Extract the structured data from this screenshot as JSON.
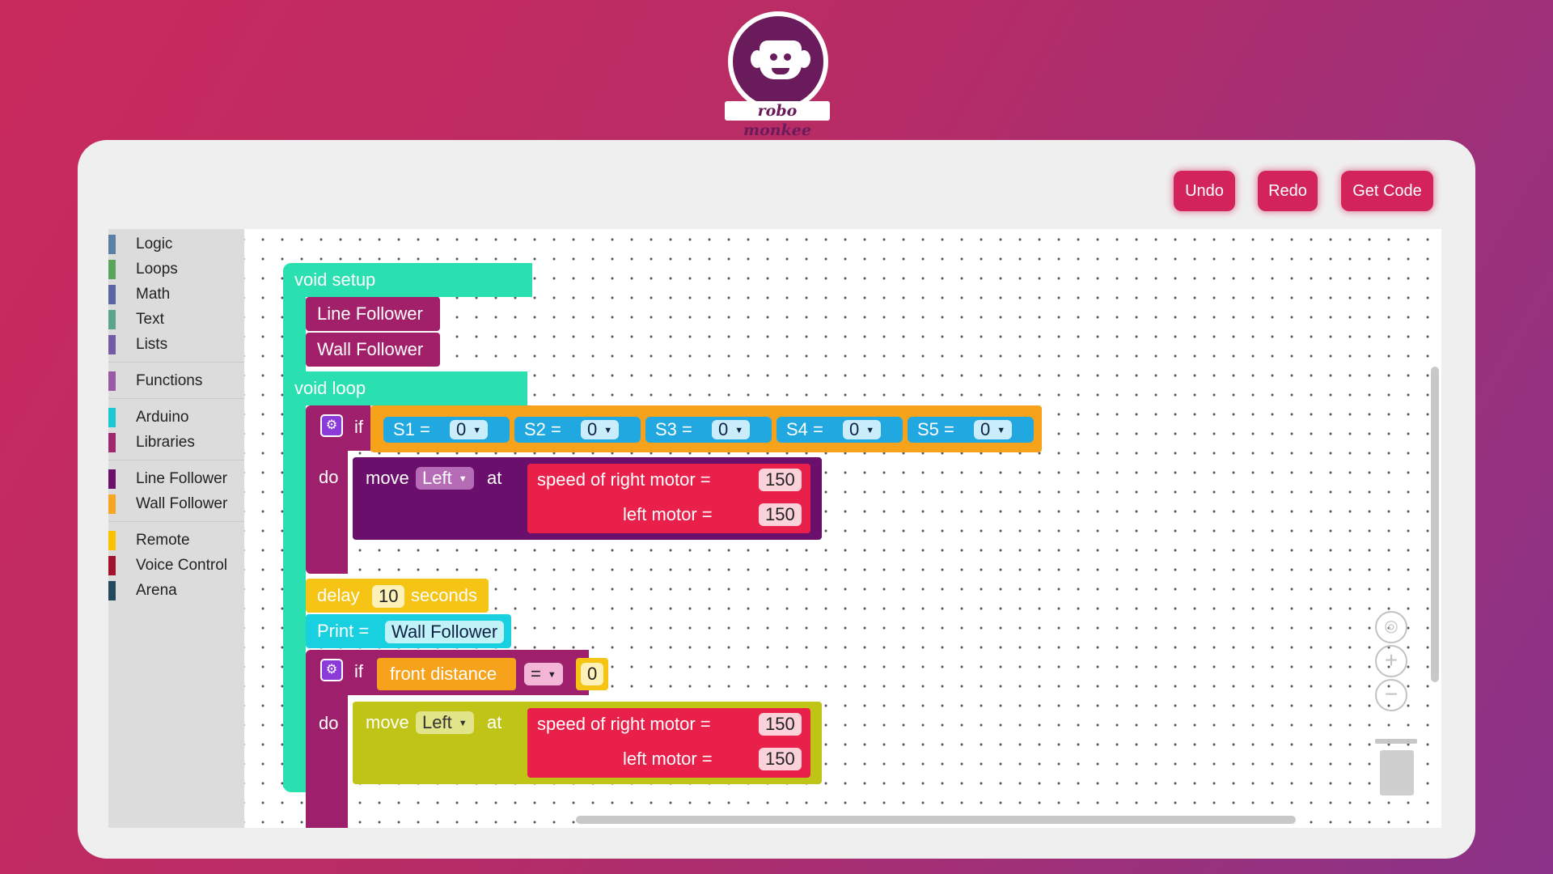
{
  "logo": {
    "text": "robo monkee"
  },
  "toolbar": {
    "undo": "Undo",
    "redo": "Redo",
    "get_code": "Get Code"
  },
  "toolbox": {
    "categories": [
      {
        "label": "Logic",
        "color": "#5b80a5"
      },
      {
        "label": "Loops",
        "color": "#5ba55b"
      },
      {
        "label": "Math",
        "color": "#5b67a5"
      },
      {
        "label": "Text",
        "color": "#5ba58c"
      },
      {
        "label": "Lists",
        "color": "#745ba5"
      },
      {
        "label": "Functions",
        "color": "#995ba5"
      },
      {
        "label": "Arduino",
        "color": "#1bc7d4"
      },
      {
        "label": "Libraries",
        "color": "#a0286e"
      },
      {
        "label": "Line Follower",
        "color": "#6b0f6b"
      },
      {
        "label": "Wall Follower",
        "color": "#f5a623"
      },
      {
        "label": "Remote",
        "color": "#f8c200"
      },
      {
        "label": "Voice Control",
        "color": "#a3122c"
      },
      {
        "label": "Arena",
        "color": "#234a5c"
      }
    ]
  },
  "blocks": {
    "setup_label": "void setup",
    "setup_line_follower": "Line Follower",
    "setup_wall_follower": "Wall Follower",
    "loop_label": "void loop",
    "if_label": "if",
    "do_label": "do",
    "sensors": [
      {
        "label": "S1 =",
        "value": "0"
      },
      {
        "label": "S2 =",
        "value": "0"
      },
      {
        "label": "S3 =",
        "value": "0"
      },
      {
        "label": "S4 =",
        "value": "0"
      },
      {
        "label": "S5 =",
        "value": "0"
      }
    ],
    "move1": {
      "move": "move",
      "dir": "Left",
      "at": "at",
      "right_label": "speed of right motor =",
      "right_val": "150",
      "left_label": "left motor =",
      "left_val": "150"
    },
    "delay": {
      "label": "delay",
      "value": "10",
      "unit": "seconds"
    },
    "print": {
      "label": "Print =",
      "value": "Wall Follower"
    },
    "if2": {
      "sensor": "front distance",
      "op": "=",
      "value": "0"
    },
    "move2": {
      "move": "move",
      "dir": "Left",
      "at": "at",
      "right_label": "speed of right motor =",
      "right_val": "150",
      "left_label": "left motor =",
      "left_val": "150"
    }
  },
  "colors": {
    "setup": "#2be0b0",
    "procedure": "#a21f6a",
    "if": "#9e1f6c",
    "sensor_orange": "#f7a21b",
    "sensor_blue": "#21a8e0",
    "move1": "#6a0f6c",
    "move2": "#c0c417",
    "speed": "#e8204a",
    "delay": "#f5c414",
    "print": "#19d0e0"
  }
}
